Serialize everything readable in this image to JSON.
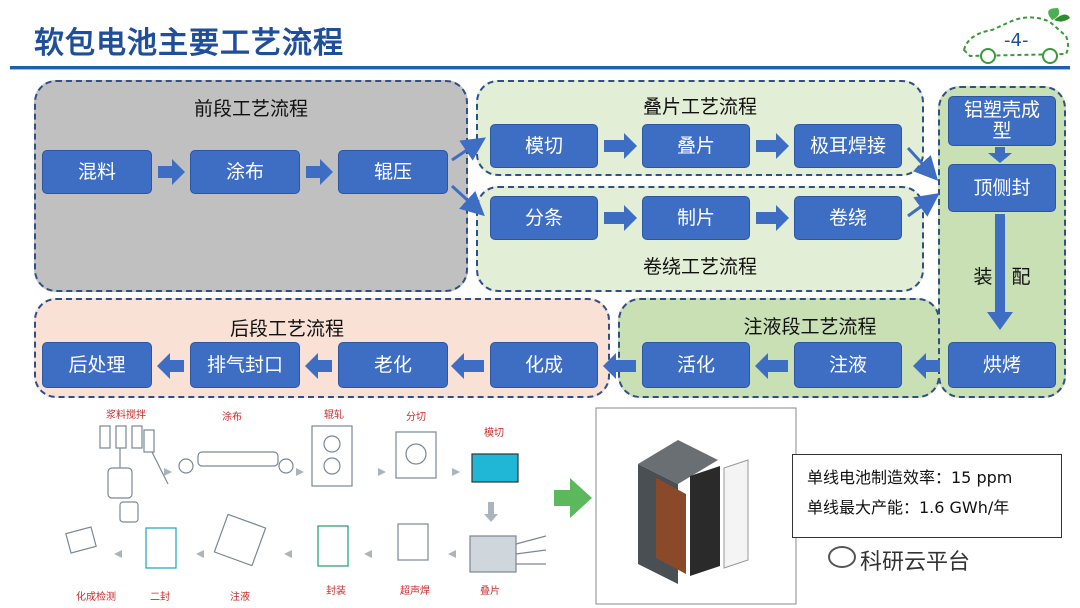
{
  "header": {
    "title": "软包电池主要工艺流程",
    "page_number": "-4-"
  },
  "groups": {
    "front": {
      "label": "前段工艺流程",
      "steps": [
        "混料",
        "涂布",
        "辊压"
      ]
    },
    "stacking": {
      "label": "叠片工艺流程",
      "steps": [
        "模切",
        "叠片",
        "极耳焊接"
      ]
    },
    "winding": {
      "label": "卷绕工艺流程",
      "steps": [
        "分条",
        "制片",
        "卷绕"
      ]
    },
    "assembly": {
      "label": "装　配",
      "steps": [
        "铝塑壳成型",
        "顶侧封",
        "烘烤"
      ]
    },
    "injection": {
      "label": "注液段工艺流程",
      "steps": [
        "注液",
        "活化"
      ]
    },
    "rear": {
      "label": "后段工艺流程",
      "steps": [
        "化成",
        "老化",
        "排气封口",
        "后处理"
      ]
    }
  },
  "illustration": {
    "top_captions": [
      "浆料搅拌",
      "涂布",
      "辊轧",
      "分切",
      "模切"
    ],
    "bottom_captions": [
      "化成检测",
      "二封",
      "注液",
      "封装",
      "超声焊",
      "叠片"
    ]
  },
  "info_box": {
    "line1": "单线电池制造效率：15 ppm",
    "line2": "单线最大产能：1.6 GWh/年"
  },
  "watermark": "科研云平台",
  "colors": {
    "title": "#1f4e9a",
    "box": "#3d6ec4",
    "front_bg": "#c0c0c0",
    "green_bg": "#e2efd6",
    "rear_bg": "#f9e1d6"
  }
}
